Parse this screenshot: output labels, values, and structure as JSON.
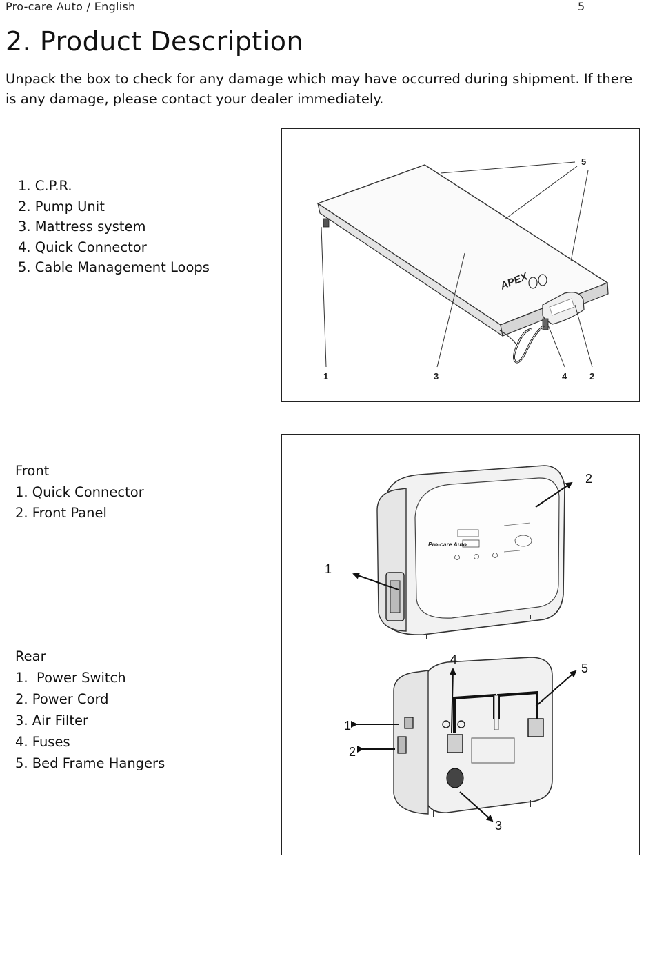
{
  "header": {
    "left": "Pro-care Auto / English",
    "page_number": "5"
  },
  "title": "2. Product Description",
  "intro": "Unpack the box to check for any damage which may have occurred during shipment. If there is any damage, please contact your dealer immediately.",
  "mattress_components": [
    "1. C.P.R.",
    "2. Pump Unit",
    "3. Mattress system",
    "4. Quick Connector",
    "5. Cable Management Loops"
  ],
  "front": {
    "heading": "Front",
    "items": [
      "1. Quick Connector",
      "2. Front Panel"
    ]
  },
  "rear": {
    "heading": "Rear",
    "items": [
      "1.  Power Switch",
      "2. Power Cord",
      "3. Air Filter",
      "4. Fuses",
      "5. Bed Frame Hangers"
    ]
  },
  "figure1": {
    "callouts": [
      "1",
      "2",
      "3",
      "4",
      "5"
    ],
    "brand": "APEX"
  },
  "figure2": {
    "front_callouts": [
      "1",
      "2"
    ],
    "rear_callouts": [
      "1",
      "2",
      "3",
      "4",
      "5"
    ],
    "panel_brand": "Pro-care Auto"
  }
}
